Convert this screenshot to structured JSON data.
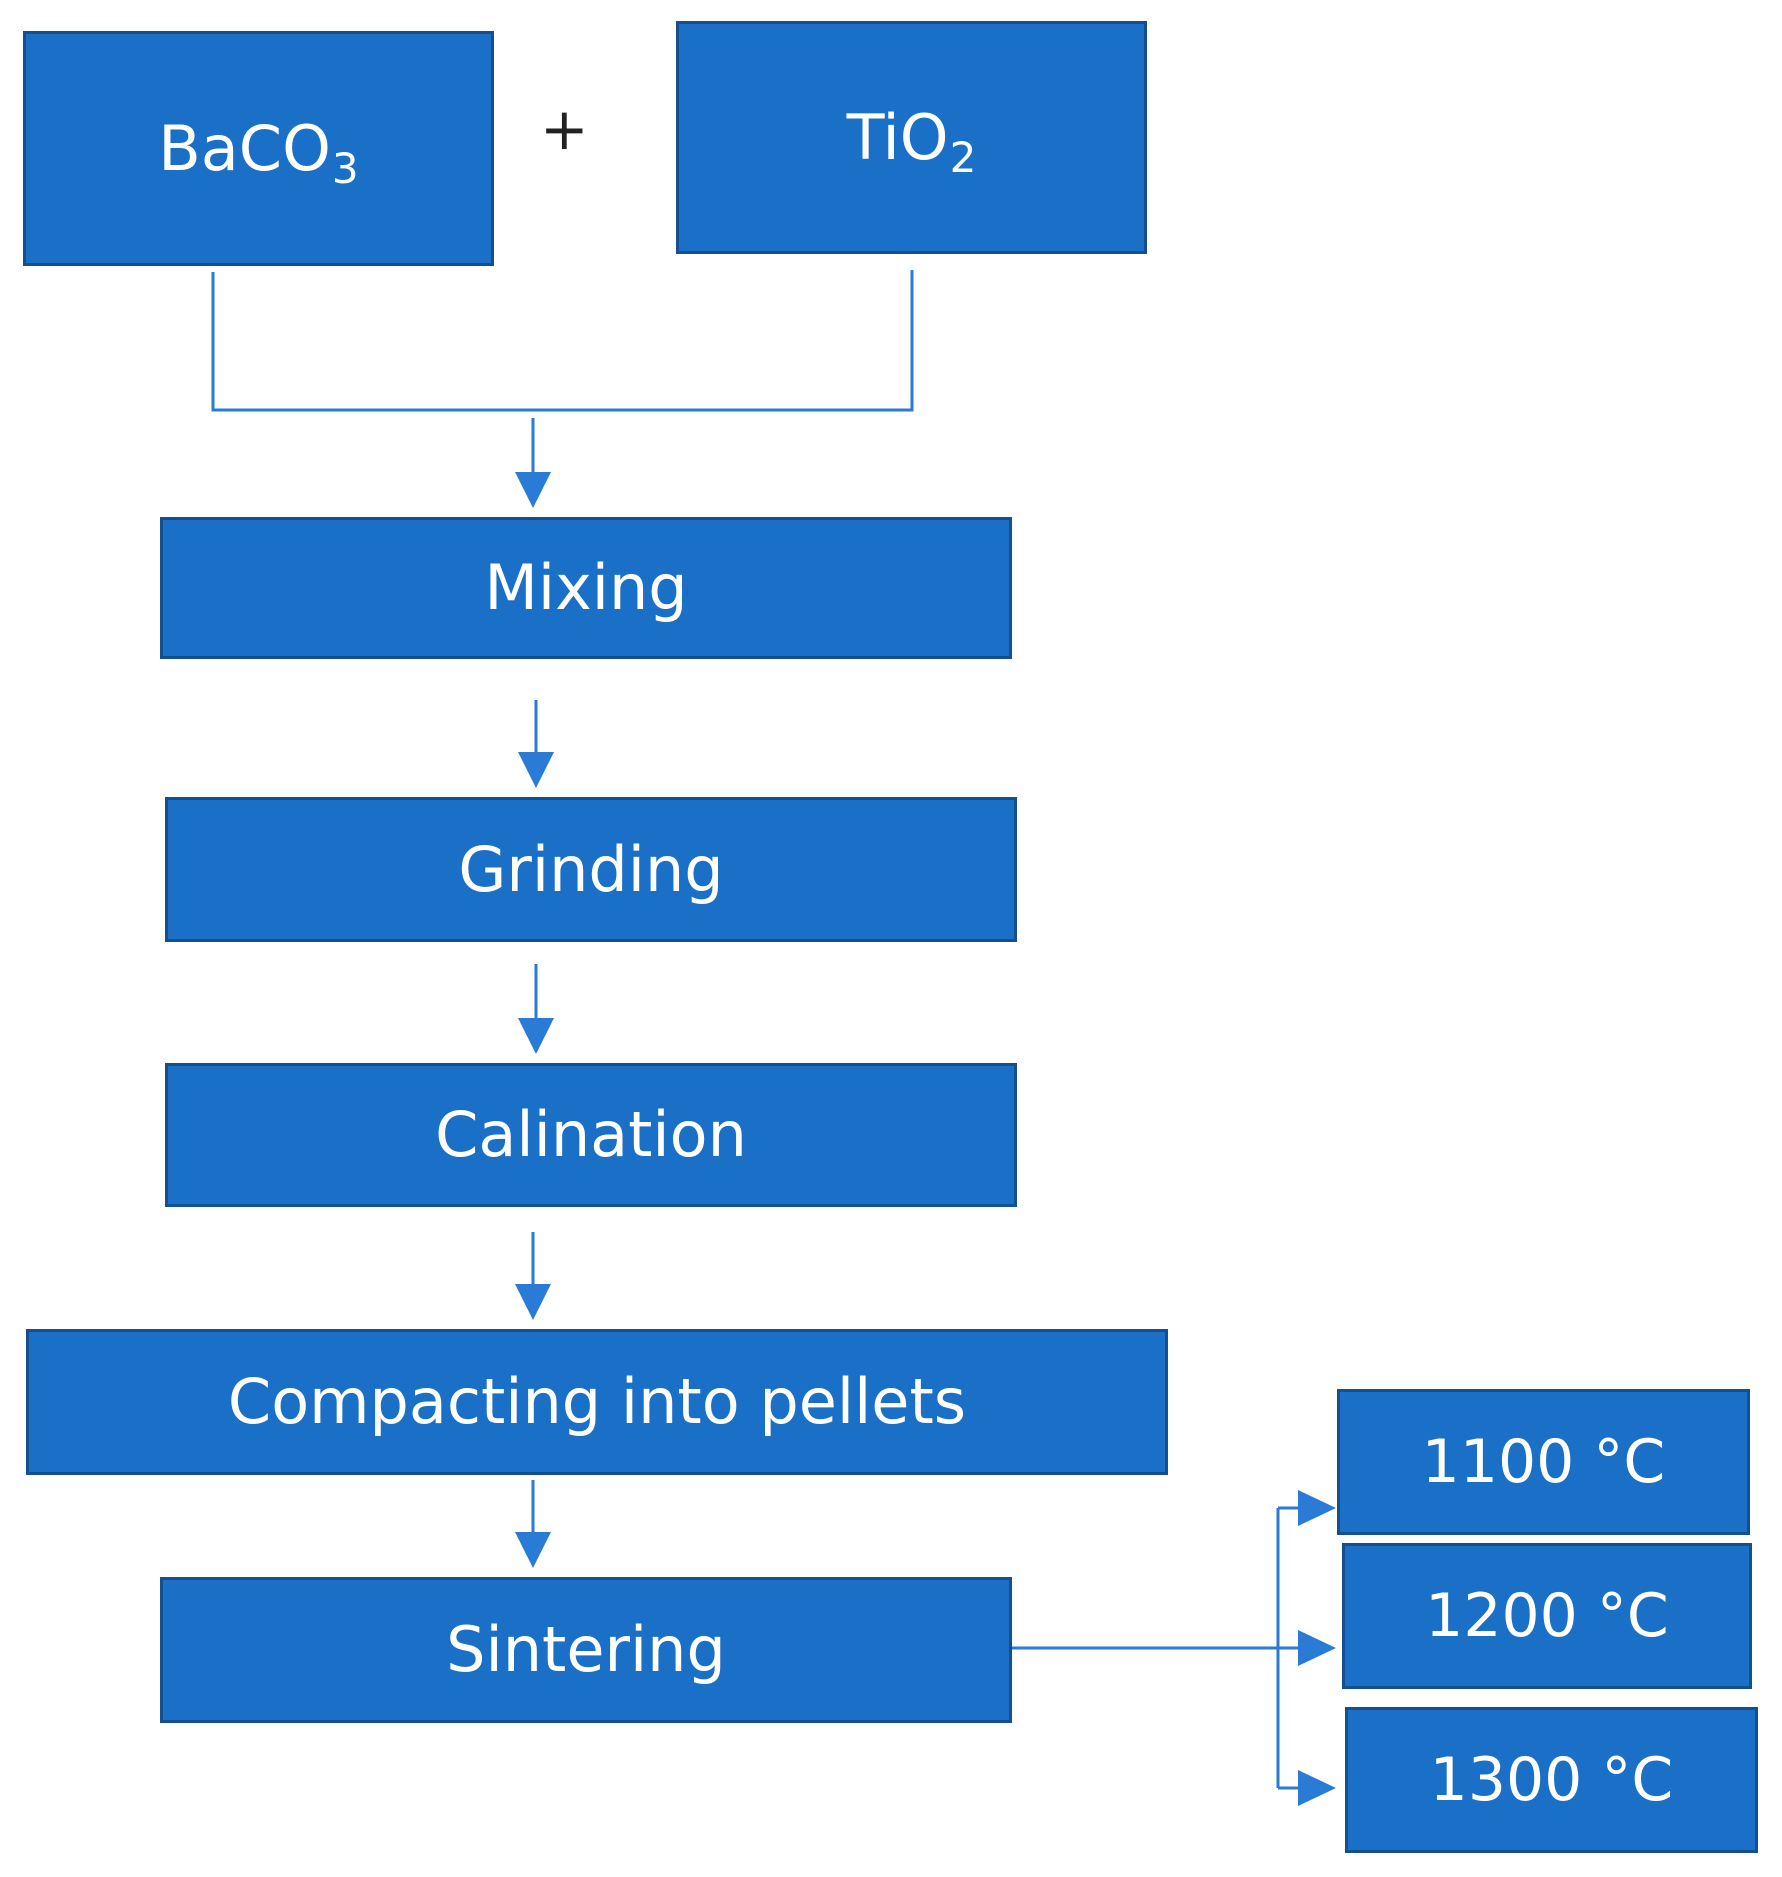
{
  "reactants": {
    "baco3": {
      "base": "BaCO",
      "sub": "3"
    },
    "tio2": {
      "base": "TiO",
      "sub": "2"
    },
    "operator": "+"
  },
  "steps": {
    "mixing": "Mixing",
    "grinding": "Grinding",
    "calination": "Calination",
    "compacting": "Compacting into pellets",
    "sintering": "Sintering"
  },
  "temperatures": {
    "t1": "1100 °C",
    "t2": "1200 °C",
    "t3": "1300 °C"
  },
  "colors": {
    "box_fill": "#1a6fc7",
    "box_border": "#154f8e",
    "connector": "#2a7bd6",
    "text": "#ffffff"
  }
}
